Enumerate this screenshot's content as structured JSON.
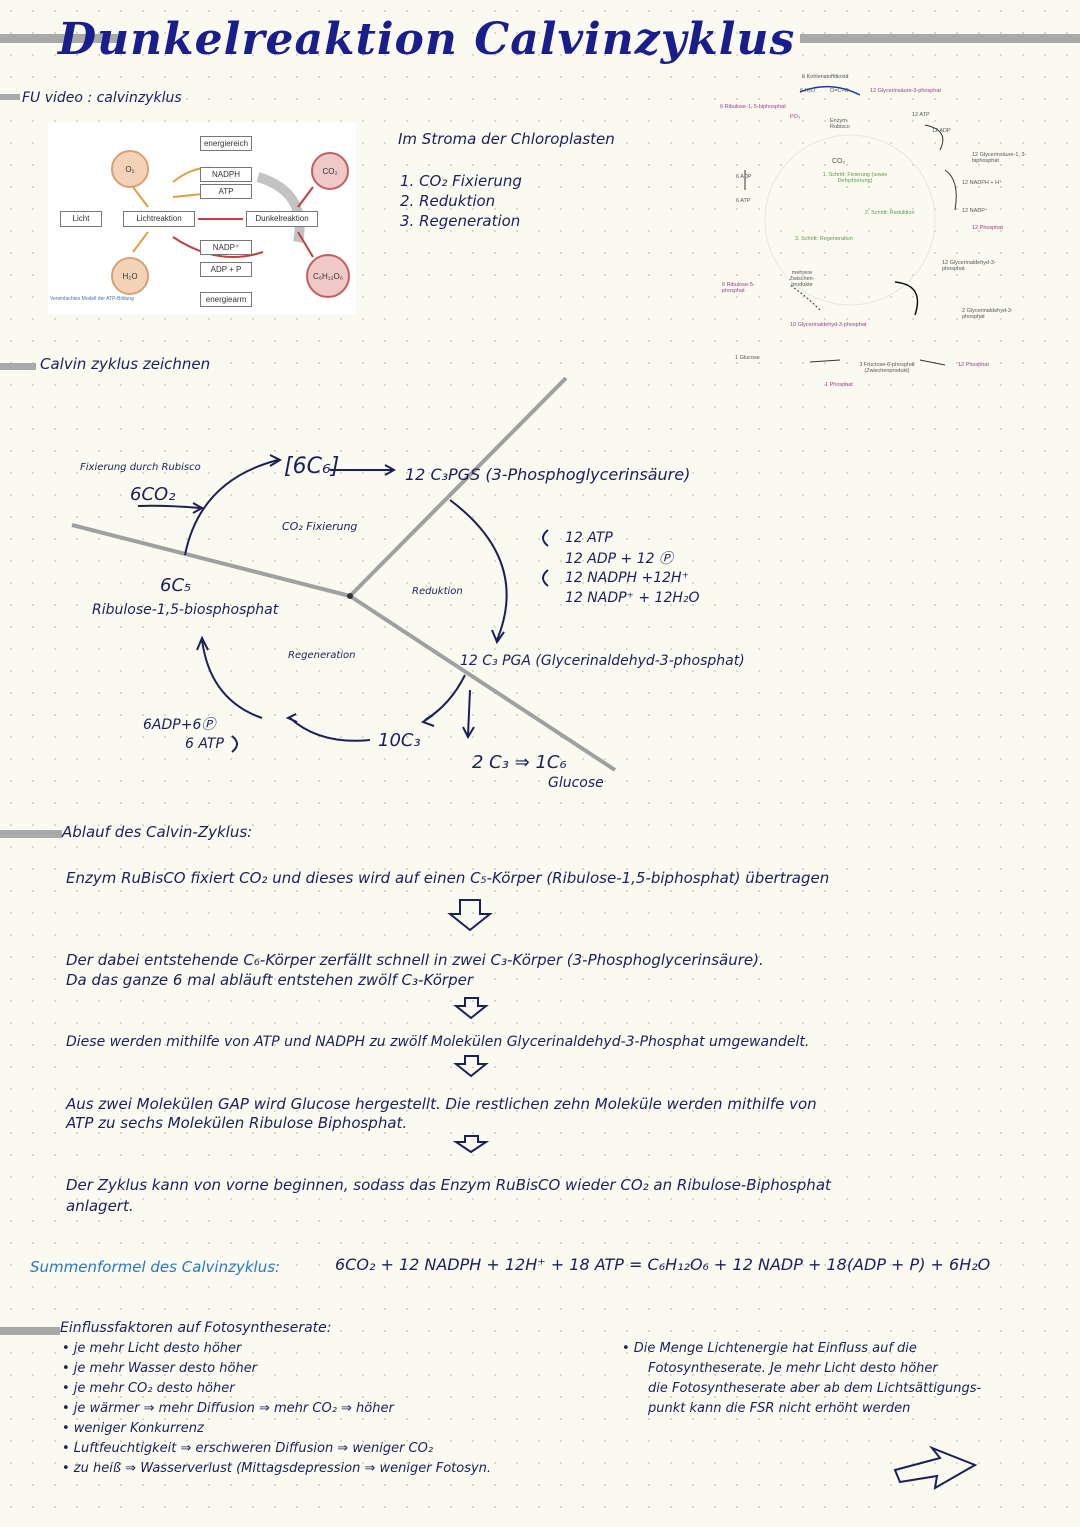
{
  "title": "Dunkelreaktion Calvinzyklus",
  "video_note": "FU video : calvinzyklus",
  "overview_image": {
    "boxes": [
      "energiereich",
      "NADPH",
      "ATP",
      "NADP⁺",
      "ADP + P",
      "energiearm",
      "Licht",
      "Lichtreaktion",
      "Dunkelreaktion"
    ],
    "circles": [
      "O₂",
      "CO₂",
      "H₂O",
      "C₆H₁₂O₆"
    ],
    "caption": "Vereinfachtes Modell der ATP-Bildung"
  },
  "stroma": {
    "heading": "Im Stroma der Chloroplasten",
    "steps": [
      "1. CO₂ Fixierung",
      "2. Reduktion",
      "3. Regeneration"
    ]
  },
  "chem_diagram": {
    "labels": [
      "6 Kohlenstoffdioxid",
      "6 H₂O",
      "O=C=O",
      "12 Glycerinsäure-3-phosphat",
      "6 Ribulose-1, 5-biphosphat",
      "PO₃",
      "Enzym Rubisco",
      "12 ATP",
      "12 ADP",
      "CO₂",
      "1. Schritt: Fixierung (sowie Dehydrierung)",
      "6 ADP",
      "6 ATP",
      "12 Glycerinsäure-1, 3-biphosphat",
      "12 NADPH + H⁺",
      "12 NADP⁺",
      "12 Phosphat",
      "2. Schritt: Reduktion",
      "3. Schritt: Regeneration",
      "6 Ribulose-5-phosphat",
      "mehrere Zwischen-produkte",
      "12 Glycerinaldehyd-3-phosphat",
      "2 Glycerinaldehyd-3-phosphat",
      "10 Glycerinaldehyd-3-phosphat",
      "1 Glucose",
      "3 Fructose-6-phosphat (Zwischenprodukt)",
      "1 Phosphat"
    ]
  },
  "cycle_heading": "Calvin zyklus zeichnen",
  "cycle": {
    "fixierung_label": "Fixierung durch Rubisco",
    "co2_in": "6CO₂",
    "c6": "[6C₆]",
    "pgs": "12 C₃PGS (3-Phosphoglycerinsäure)",
    "co2_fix": "CO₂ Fixierung",
    "atp_line1": "12 ATP",
    "atp_line2": "12 ADP + 12 Ⓟ",
    "nadph_line1": "12 NADPH +12H⁺",
    "nadph_line2": "12 NADP⁺ + 12H₂O",
    "reduktion": "Reduktion",
    "c5": "6C₅",
    "rubp": "Ribulose-1,5-biosphosphat",
    "regeneration": "Regeneration",
    "pga": "12 C₃ PGA (Glycerinaldehyd-3-phosphat)",
    "adp_out": "6ADP+6Ⓟ",
    "atp_in": "6 ATP",
    "c3_10": "10C₃",
    "c3_2": "2 C₃ ⇒ 1C₆",
    "glucose": "Glucose"
  },
  "ablauf": {
    "heading": "Ablauf des Calvin-Zyklus:",
    "p1": "Enzym RuBisCO fixiert CO₂ und dieses wird auf einen C₅-Körper (Ribulose-1,5-biphosphat) übertragen",
    "p2a": "Der dabei entstehende C₆-Körper zerfällt schnell in zwei C₃-Körper (3-Phosphoglycerinsäure).",
    "p2b": "Da das ganze 6 mal abläuft entstehen zwölf C₃-Körper",
    "p3": "Diese werden mithilfe von ATP und NADPH zu zwölf Molekülen Glycerinaldehyd-3-Phosphat umgewandelt.",
    "p4a": "Aus zwei Molekülen GAP wird Glucose hergestellt. Die restlichen zehn Moleküle werden mithilfe von",
    "p4b": "ATP zu sechs Molekülen Ribulose Biphosphat.",
    "p5a": "Der Zyklus kann von vorne beginnen, sodass das Enzym RuBisCO wieder CO₂ an Ribulose-Biphosphat",
    "p5b": "anlagert."
  },
  "summen": {
    "label": "Summenformel des Calvinzyklus:",
    "formula": "6CO₂ + 12 NADPH + 12H⁺ + 18 ATP = C₆H₁₂O₆ + 12 NADP + 18(ADP + P) + 6H₂O"
  },
  "einfluss": {
    "heading": "Einflussfaktoren auf Fotosyntheserate:",
    "items": [
      "• je mehr Licht desto höher",
      "• je mehr Wasser desto höher",
      "• je mehr CO₂ desto höher",
      "• je wärmer ⇒ mehr Diffusion ⇒ mehr CO₂ ⇒ höher",
      "• weniger Konkurrenz",
      "• Luftfeuchtigkeit ⇒ erschweren Diffusion ⇒ weniger CO₂",
      "• zu heiß ⇒ Wasserverlust (Mittagsdepression ⇒ weniger Fotosyn."
    ],
    "note_lines": [
      "• Die Menge Lichtenergie hat Einfluss auf die",
      "Fotosyntheserate. Je mehr Licht desto höher",
      "die Fotosyntheserate aber ab dem Lichtsättigungs-",
      "punkt kann die FSR nicht erhöht werden"
    ]
  },
  "colors": {
    "ink": "#1b1f5c",
    "title": "#1a1e8c",
    "accent": "#2878c8",
    "highlight": "#a9a9a9"
  }
}
